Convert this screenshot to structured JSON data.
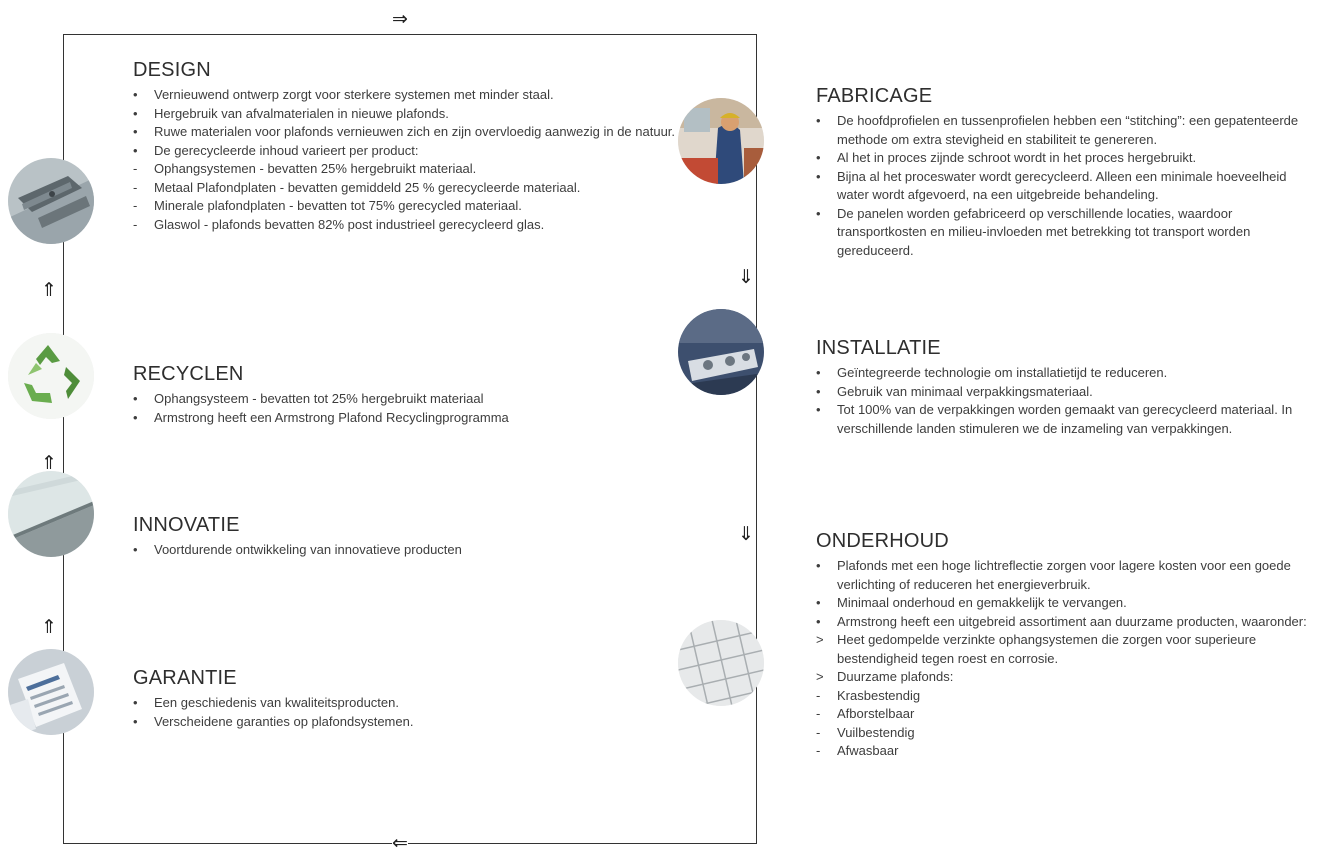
{
  "arrows": {
    "top": "⇒",
    "bottom": "⇐",
    "left_1": "⇑",
    "left_2": "⇑",
    "left_3": "⇑",
    "right_1": "⇓",
    "right_2": "⇓"
  },
  "colors": {
    "frame": "#333333",
    "text": "#3a3a3a",
    "heading": "#2e2e2e"
  },
  "sections": {
    "design": {
      "title": "DESIGN",
      "icon": "steel-profile-photo",
      "items": [
        {
          "marker": "•",
          "text": "Vernieuwend ontwerp zorgt voor sterkere systemen met minder staal."
        },
        {
          "marker": "•",
          "text": "Hergebruik van afvalmaterialen in nieuwe plafonds."
        },
        {
          "marker": "•",
          "text": "Ruwe materialen voor plafonds vernieuwen zich en zijn overvloedig aanwezig in de natuur."
        },
        {
          "marker": "•",
          "text": "De gerecycleerde inhoud varieert per product:"
        },
        {
          "marker": "-",
          "text": "Ophangsystemen - bevatten 25% hergebruikt materiaal."
        },
        {
          "marker": "-",
          "text": "Metaal Plafondplaten -  bevatten gemiddeld 25 % gerecycleerde materiaal."
        },
        {
          "marker": "-",
          "text": "Minerale plafondplaten - bevatten tot 75% gerecycled materiaal."
        },
        {
          "marker": "-",
          "text": "Glaswol - plafonds bevatten 82% post industrieel gerecycleerd glas."
        }
      ]
    },
    "recyclen": {
      "title": "RECYCLEN",
      "icon": "recycle-icon",
      "items": [
        {
          "marker": "•",
          "text": "Ophangsysteem - bevatten tot 25% hergebruikt materiaal"
        },
        {
          "marker": "•",
          "text": "Armstrong heeft een Armstrong Plafond Recyclingprogramma"
        }
      ]
    },
    "innovatie": {
      "title": "INNOVATIE",
      "icon": "ceiling-panel-photo",
      "items": [
        {
          "marker": "•",
          "text": "Voortdurende ontwikkeling van innovatieve producten"
        }
      ]
    },
    "garantie": {
      "title": "GARANTIE",
      "icon": "documents-photo",
      "items": [
        {
          "marker": "•",
          "text": "Een geschiedenis van kwaliteitsproducten."
        },
        {
          "marker": "•",
          "text": "Verscheidene garanties op plafondsystemen."
        }
      ]
    },
    "fabricage": {
      "title": "FABRICAGE",
      "icon": "factory-worker-photo",
      "items": [
        {
          "marker": "•",
          "text": "De hoofdprofielen en tussenprofielen hebben een “stitching”: een gepatenteerde methode om extra stevigheid en stabiliteit te genereren."
        },
        {
          "marker": "•",
          "text": "Al het in proces zijnde schroot wordt in het proces hergebruikt."
        },
        {
          "marker": "•",
          "text": "Bijna al het proceswater wordt gerecycleerd. Alleen een minimale hoeveelheid water wordt afgevoerd, na een uitgebreide behandeling."
        },
        {
          "marker": "•",
          "text": "De panelen worden gefabriceerd op verschillende locaties, waardoor transportkosten en milieu-invloeden met betrekking tot transport worden gereduceerd."
        }
      ]
    },
    "installatie": {
      "title": "INSTALLATIE",
      "icon": "installation-photo",
      "items": [
        {
          "marker": "•",
          "text": "Geïntegreerde technologie om installatietijd te reduceren."
        },
        {
          "marker": "•",
          "text": "Gebruik van minimaal verpakkingsmateriaal."
        },
        {
          "marker": "•",
          "text": "Tot 100% van de verpakkingen worden gemaakt van gerecycleerd materiaal. In verschillende landen stimuleren we de inzameling van verpakkingen."
        }
      ]
    },
    "onderhoud": {
      "title": "ONDERHOUD",
      "icon": "ceiling-grid-photo",
      "items": [
        {
          "marker": "•",
          "text": "Plafonds met een hoge lichtreflectie zorgen voor lagere kosten voor een goede verlichting of reduceren het energieverbruik."
        },
        {
          "marker": "•",
          "text": "Minimaal onderhoud en gemakkelijk te vervangen."
        },
        {
          "marker": "•",
          "text": "Armstrong heeft een uitgebreid assortiment aan duurzame producten, waaronder:"
        },
        {
          "marker": ">",
          "text": "Heet gedompelde verzinkte ophangsystemen die zorgen voor superieure bestendigheid tegen roest en corrosie."
        },
        {
          "marker": ">",
          "text": "Duurzame plafonds:"
        },
        {
          "marker": "-",
          "text": "Krasbestendig"
        },
        {
          "marker": "-",
          "text": "Afborstelbaar"
        },
        {
          "marker": "-",
          "text": "Vuilbestendig"
        },
        {
          "marker": "-",
          "text": "Afwasbaar"
        }
      ]
    }
  }
}
